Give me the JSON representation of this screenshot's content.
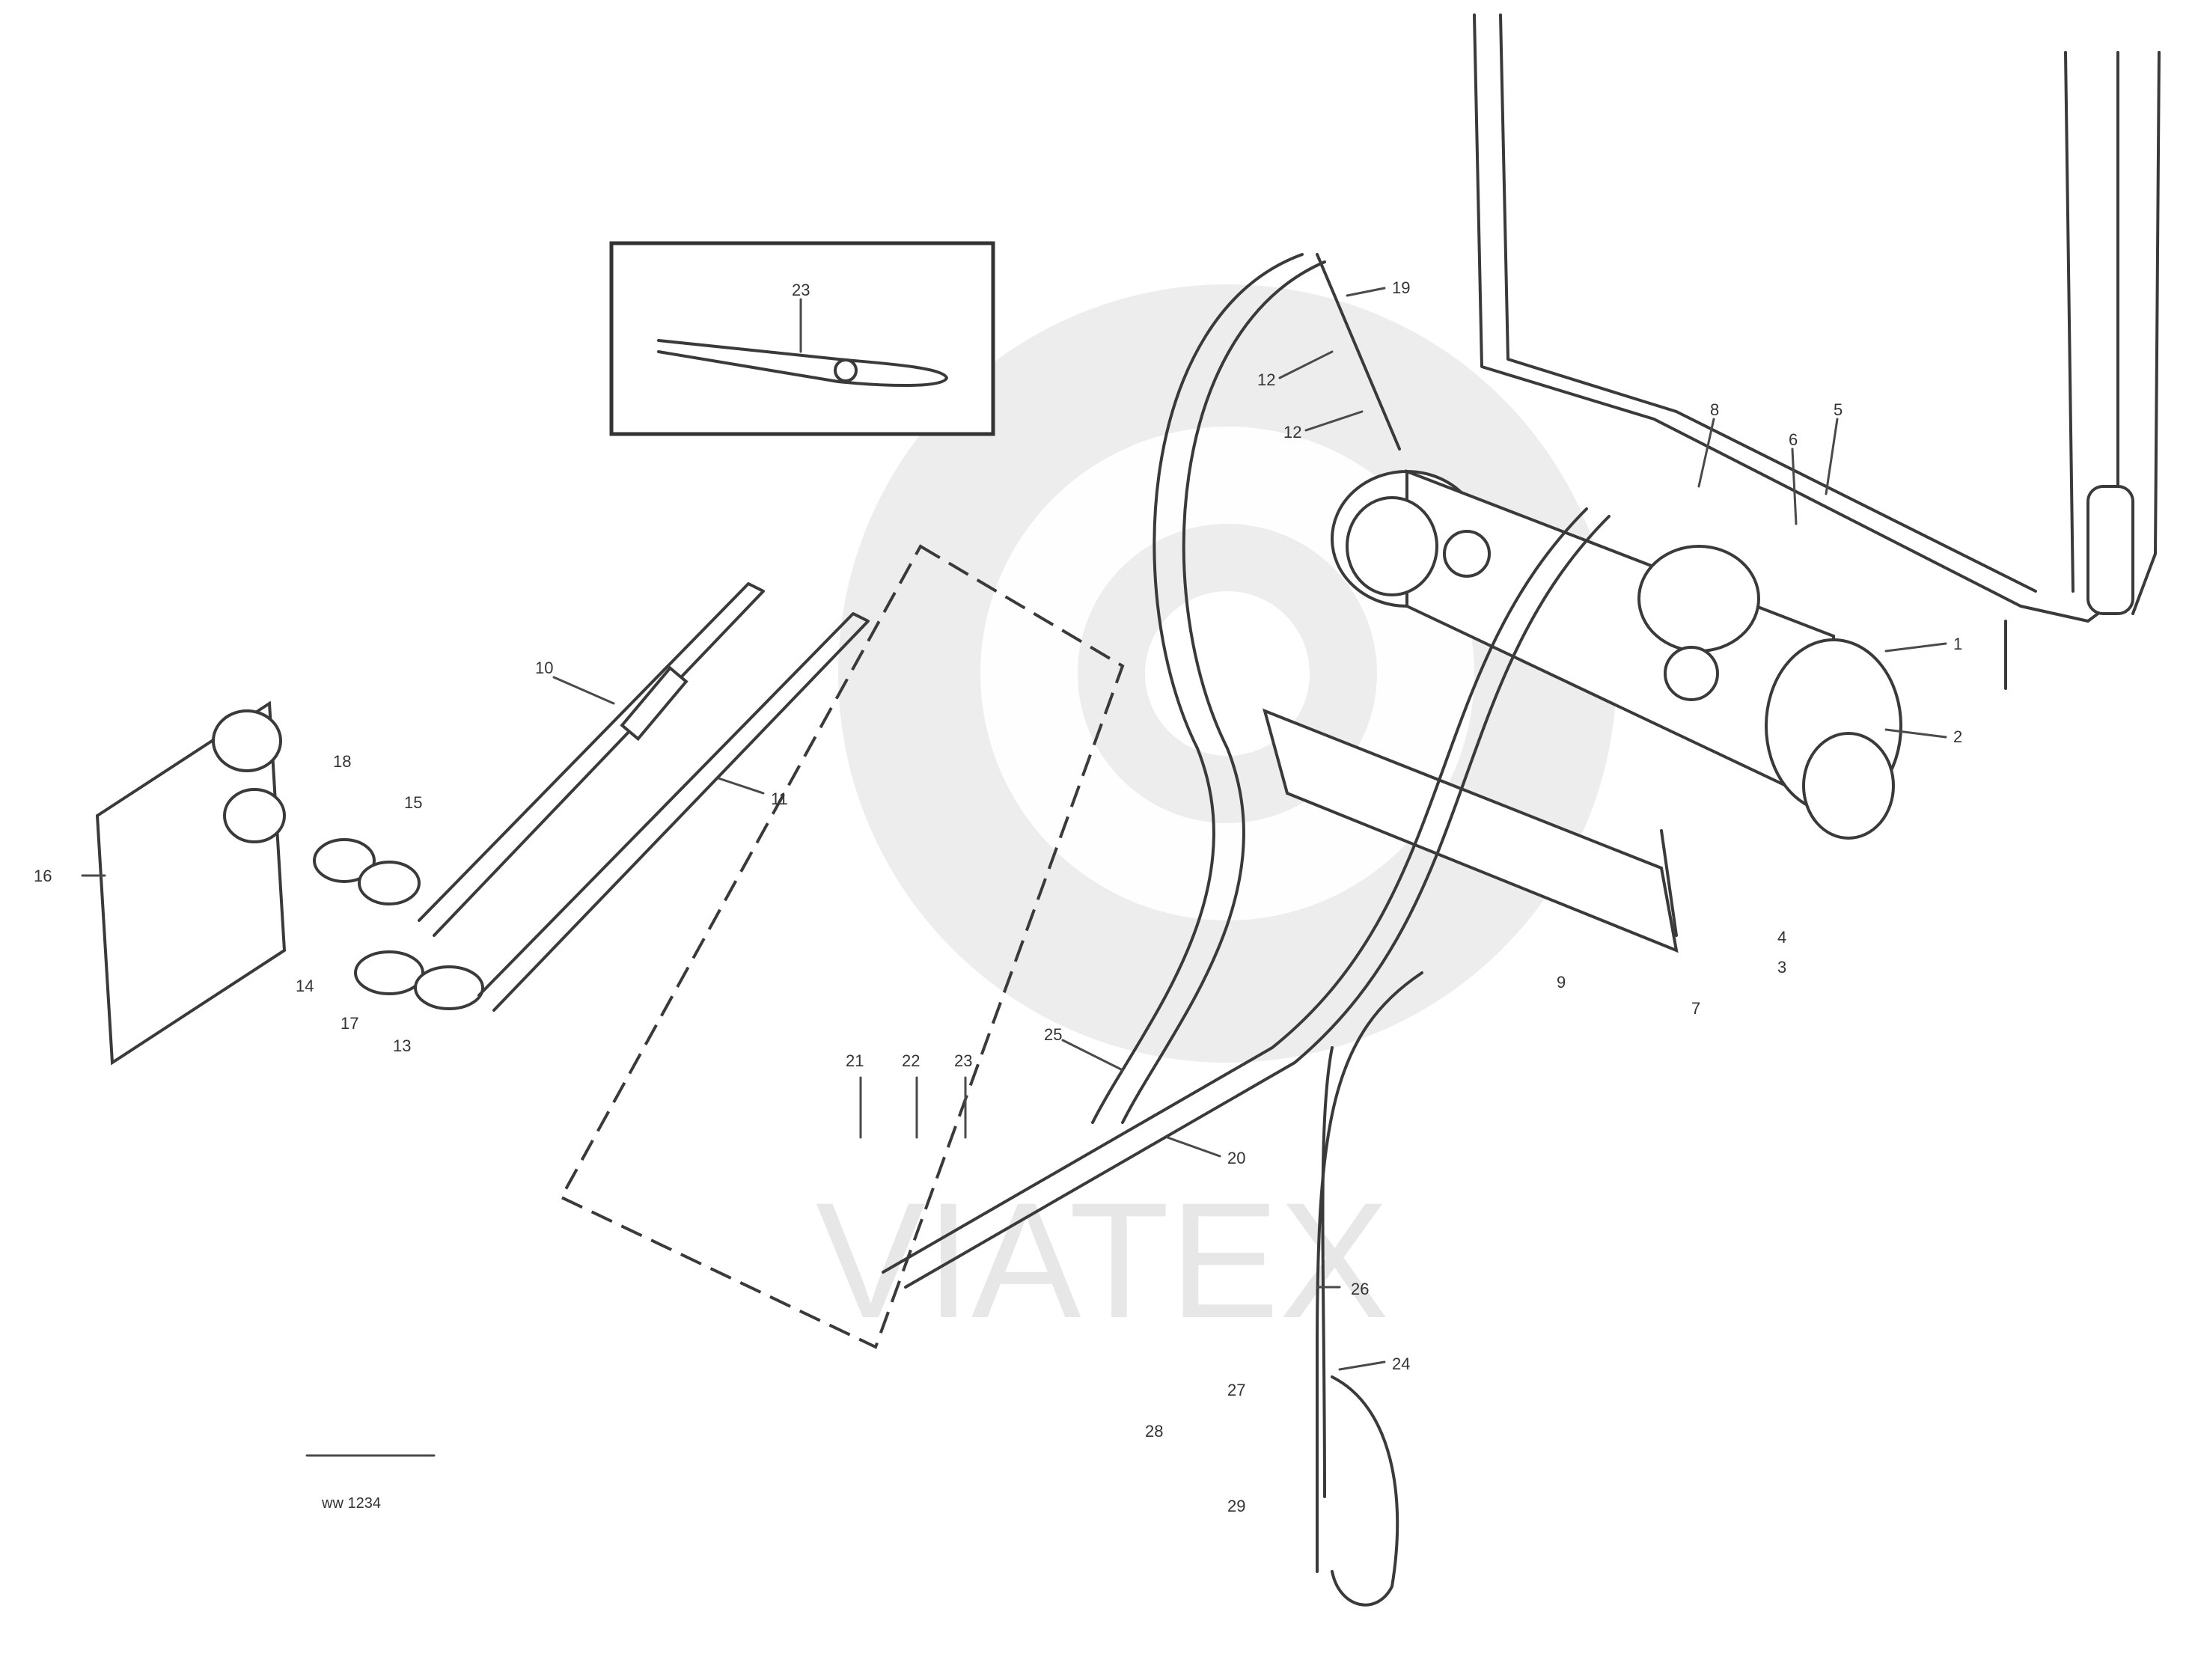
{
  "watermark": {
    "text": "VIATEX"
  },
  "inset": {
    "callout": "23"
  },
  "drawing_code": "ww 1234",
  "callouts": [
    {
      "id": "c1",
      "text": "19"
    },
    {
      "id": "c2",
      "text": "12"
    },
    {
      "id": "c3",
      "text": "12"
    },
    {
      "id": "c4",
      "text": "8"
    },
    {
      "id": "c5",
      "text": "6"
    },
    {
      "id": "c6",
      "text": "5"
    },
    {
      "id": "c7",
      "text": "1"
    },
    {
      "id": "c8",
      "text": "2"
    },
    {
      "id": "c9",
      "text": "11"
    },
    {
      "id": "c10",
      "text": "10"
    },
    {
      "id": "c11",
      "text": "18"
    },
    {
      "id": "c12",
      "text": "15"
    },
    {
      "id": "c13",
      "text": "16"
    },
    {
      "id": "c14",
      "text": "14"
    },
    {
      "id": "c15",
      "text": "17"
    },
    {
      "id": "c16",
      "text": "13"
    },
    {
      "id": "c17",
      "text": "4"
    },
    {
      "id": "c18",
      "text": "3"
    },
    {
      "id": "c19",
      "text": "7"
    },
    {
      "id": "c20",
      "text": "9"
    },
    {
      "id": "c21",
      "text": "21"
    },
    {
      "id": "c22",
      "text": "22"
    },
    {
      "id": "c23",
      "text": "23"
    },
    {
      "id": "c24",
      "text": "25"
    },
    {
      "id": "c25",
      "text": "20"
    },
    {
      "id": "c26",
      "text": "26"
    },
    {
      "id": "c27",
      "text": "24"
    },
    {
      "id": "c28",
      "text": "27"
    },
    {
      "id": "c29",
      "text": "28"
    },
    {
      "id": "c30",
      "text": "29"
    }
  ]
}
